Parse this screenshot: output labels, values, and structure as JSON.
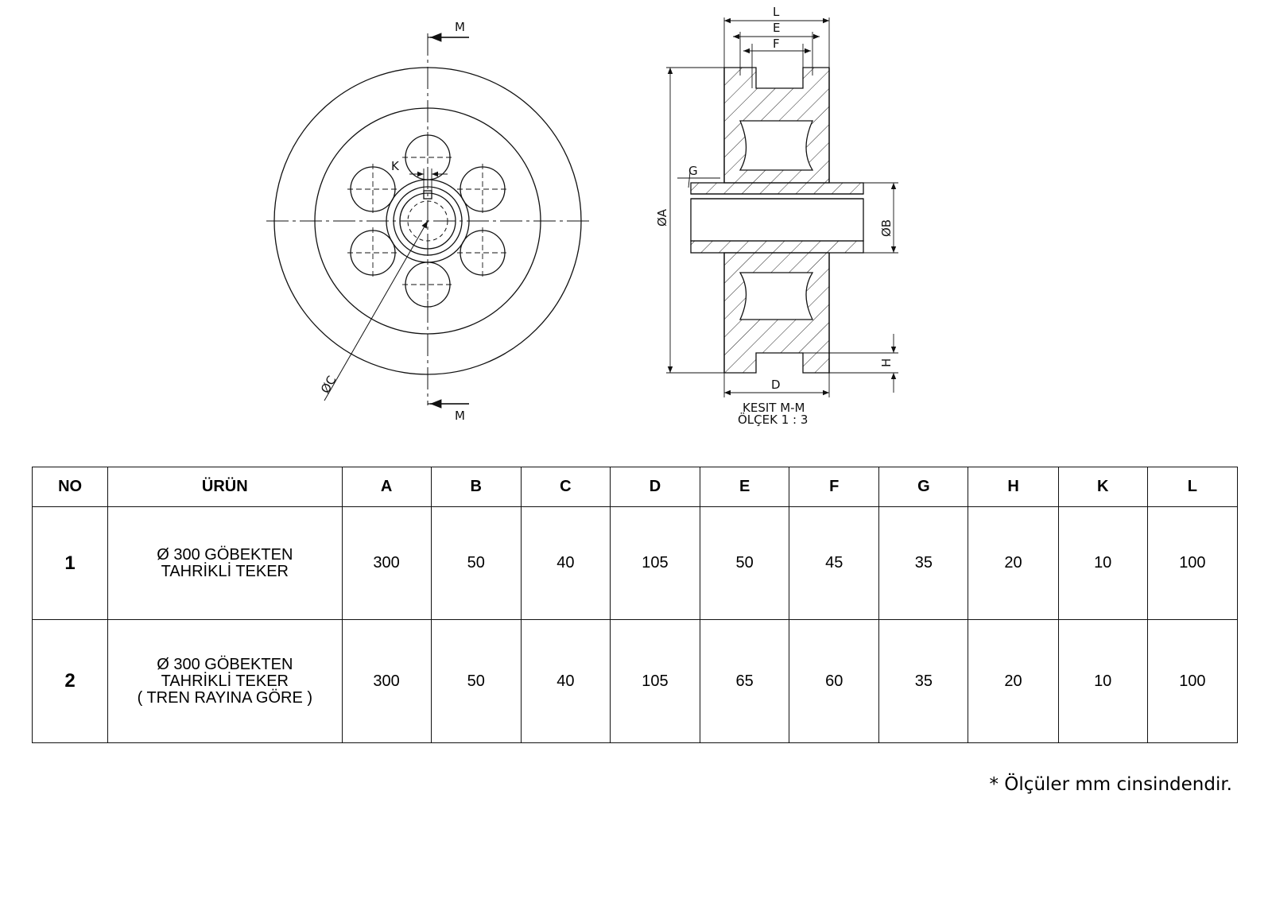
{
  "drawing": {
    "labels": {
      "section_mark": "M",
      "dim_k": "K",
      "dim_c": "ØC",
      "dim_a": "ØA",
      "dim_b": "ØB",
      "dim_g": "G",
      "dim_h": "H",
      "dim_d": "D",
      "dim_l": "L",
      "dim_e": "E",
      "dim_f": "F"
    },
    "section_title": "KESIT M-M",
    "section_scale": "ÖLÇEK 1 : 3"
  },
  "table": {
    "headers": [
      "NO",
      "ÜRÜN",
      "A",
      "B",
      "C",
      "D",
      "E",
      "F",
      "G",
      "H",
      "K",
      "L"
    ],
    "rows": [
      {
        "no": "1",
        "product": [
          "Ø 300 GÖBEKTEN",
          "TAHRİKLİ TEKER"
        ],
        "values": [
          "300",
          "50",
          "40",
          "105",
          "50",
          "45",
          "35",
          "20",
          "10",
          "100"
        ]
      },
      {
        "no": "2",
        "product": [
          "Ø 300 GÖBEKTEN",
          "TAHRİKLİ TEKER",
          "( TREN RAYINA GÖRE )"
        ],
        "values": [
          "300",
          "50",
          "40",
          "105",
          "65",
          "60",
          "35",
          "20",
          "10",
          "100"
        ]
      }
    ]
  },
  "footnote": "* Ölçüler mm cinsindendir."
}
